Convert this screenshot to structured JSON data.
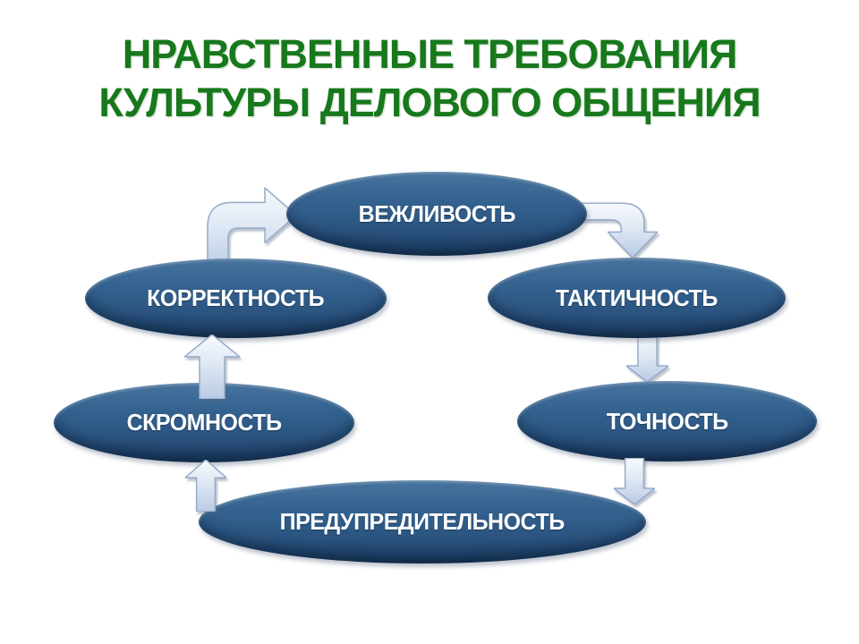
{
  "slide_title": {
    "line1": "НРАВСТВЕННЫЕ ТРЕБОВАНИЯ",
    "line2": "КУЛЬТУРЫ ДЕЛОВОГО ОБЩЕНИЯ"
  },
  "diagram": {
    "type": "cycle",
    "nodes": [
      {
        "id": "vezhlivost",
        "label": "ВЕЖЛИВОСТЬ"
      },
      {
        "id": "taktichnost",
        "label": "ТАКТИЧНОСТЬ"
      },
      {
        "id": "tochnost",
        "label": "ТОЧНОСТЬ"
      },
      {
        "id": "predupreditelnost",
        "label": "ПРЕДУПРЕДИТЕЛЬНОСТЬ"
      },
      {
        "id": "skromnost",
        "label": "СКРОМНОСТЬ"
      },
      {
        "id": "korrektnost",
        "label": "КОРРЕКТНОСТЬ"
      }
    ],
    "edges": [
      {
        "from": "korrektnost",
        "to": "vezhlivost",
        "shape": "bent-arrow-up-right"
      },
      {
        "from": "vezhlivost",
        "to": "taktichnost",
        "shape": "bent-arrow-right-down"
      },
      {
        "from": "taktichnost",
        "to": "tochnost",
        "shape": "arrow-down"
      },
      {
        "from": "tochnost",
        "to": "predupreditelnost",
        "shape": "arrow-down"
      },
      {
        "from": "predupreditelnost",
        "to": "skromnost",
        "shape": "arrow-up"
      },
      {
        "from": "skromnost",
        "to": "korrektnost",
        "shape": "arrow-up"
      }
    ],
    "colors": {
      "title_green": "#17781C",
      "node_fill_top": "#47749F",
      "node_fill_bottom": "#17324F",
      "node_text": "#FFFFFF",
      "arrow_fill_light": "#F5F8FC",
      "arrow_fill_dark": "#B9CBE3",
      "arrow_stroke": "#96ABC9",
      "background": "#FFFFFF"
    }
  }
}
